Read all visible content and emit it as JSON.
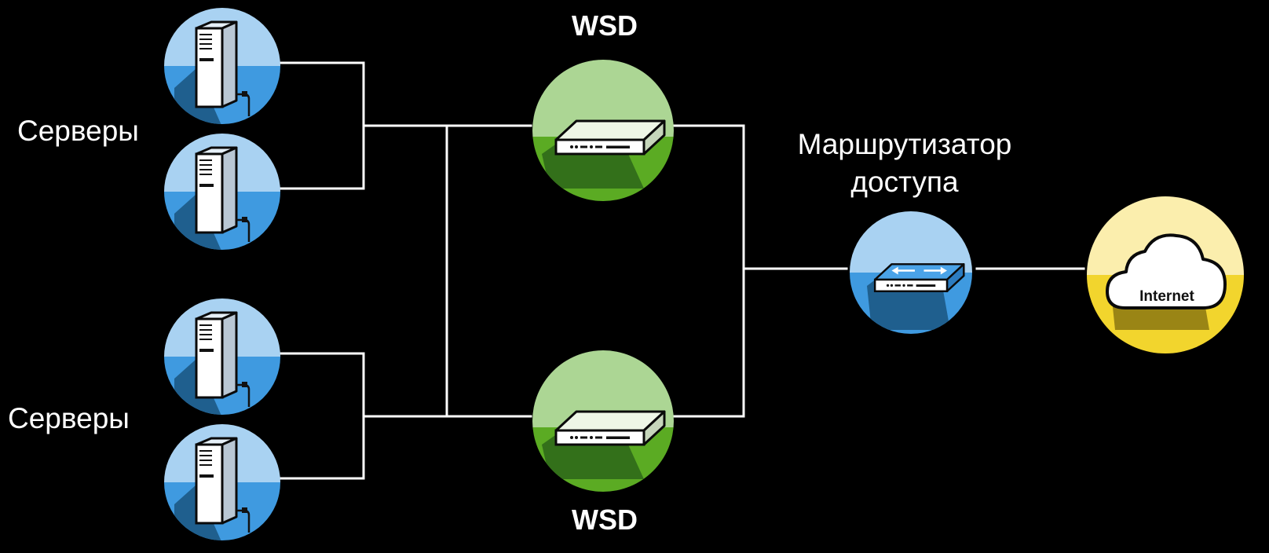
{
  "labels": {
    "servers_top": "Серверы",
    "servers_bottom": "Серверы",
    "wsd_top": "WSD",
    "wsd_bottom": "WSD",
    "router_line1": "Маршрутизатор",
    "router_line2": "доступа",
    "internet": "Internet"
  },
  "colors": {
    "background": "#000000",
    "server_light": "#a9d2f2",
    "server_dark": "#3f9ae0",
    "wsd_light": "#acd694",
    "wsd_dark": "#5bab23",
    "internet_light": "#fbeead",
    "internet_dark": "#f2d52d",
    "line": "#ffffff"
  },
  "icons": {
    "server": "server-tower-icon",
    "wsd": "network-appliance-icon",
    "router": "router-icon",
    "internet": "cloud-icon"
  }
}
